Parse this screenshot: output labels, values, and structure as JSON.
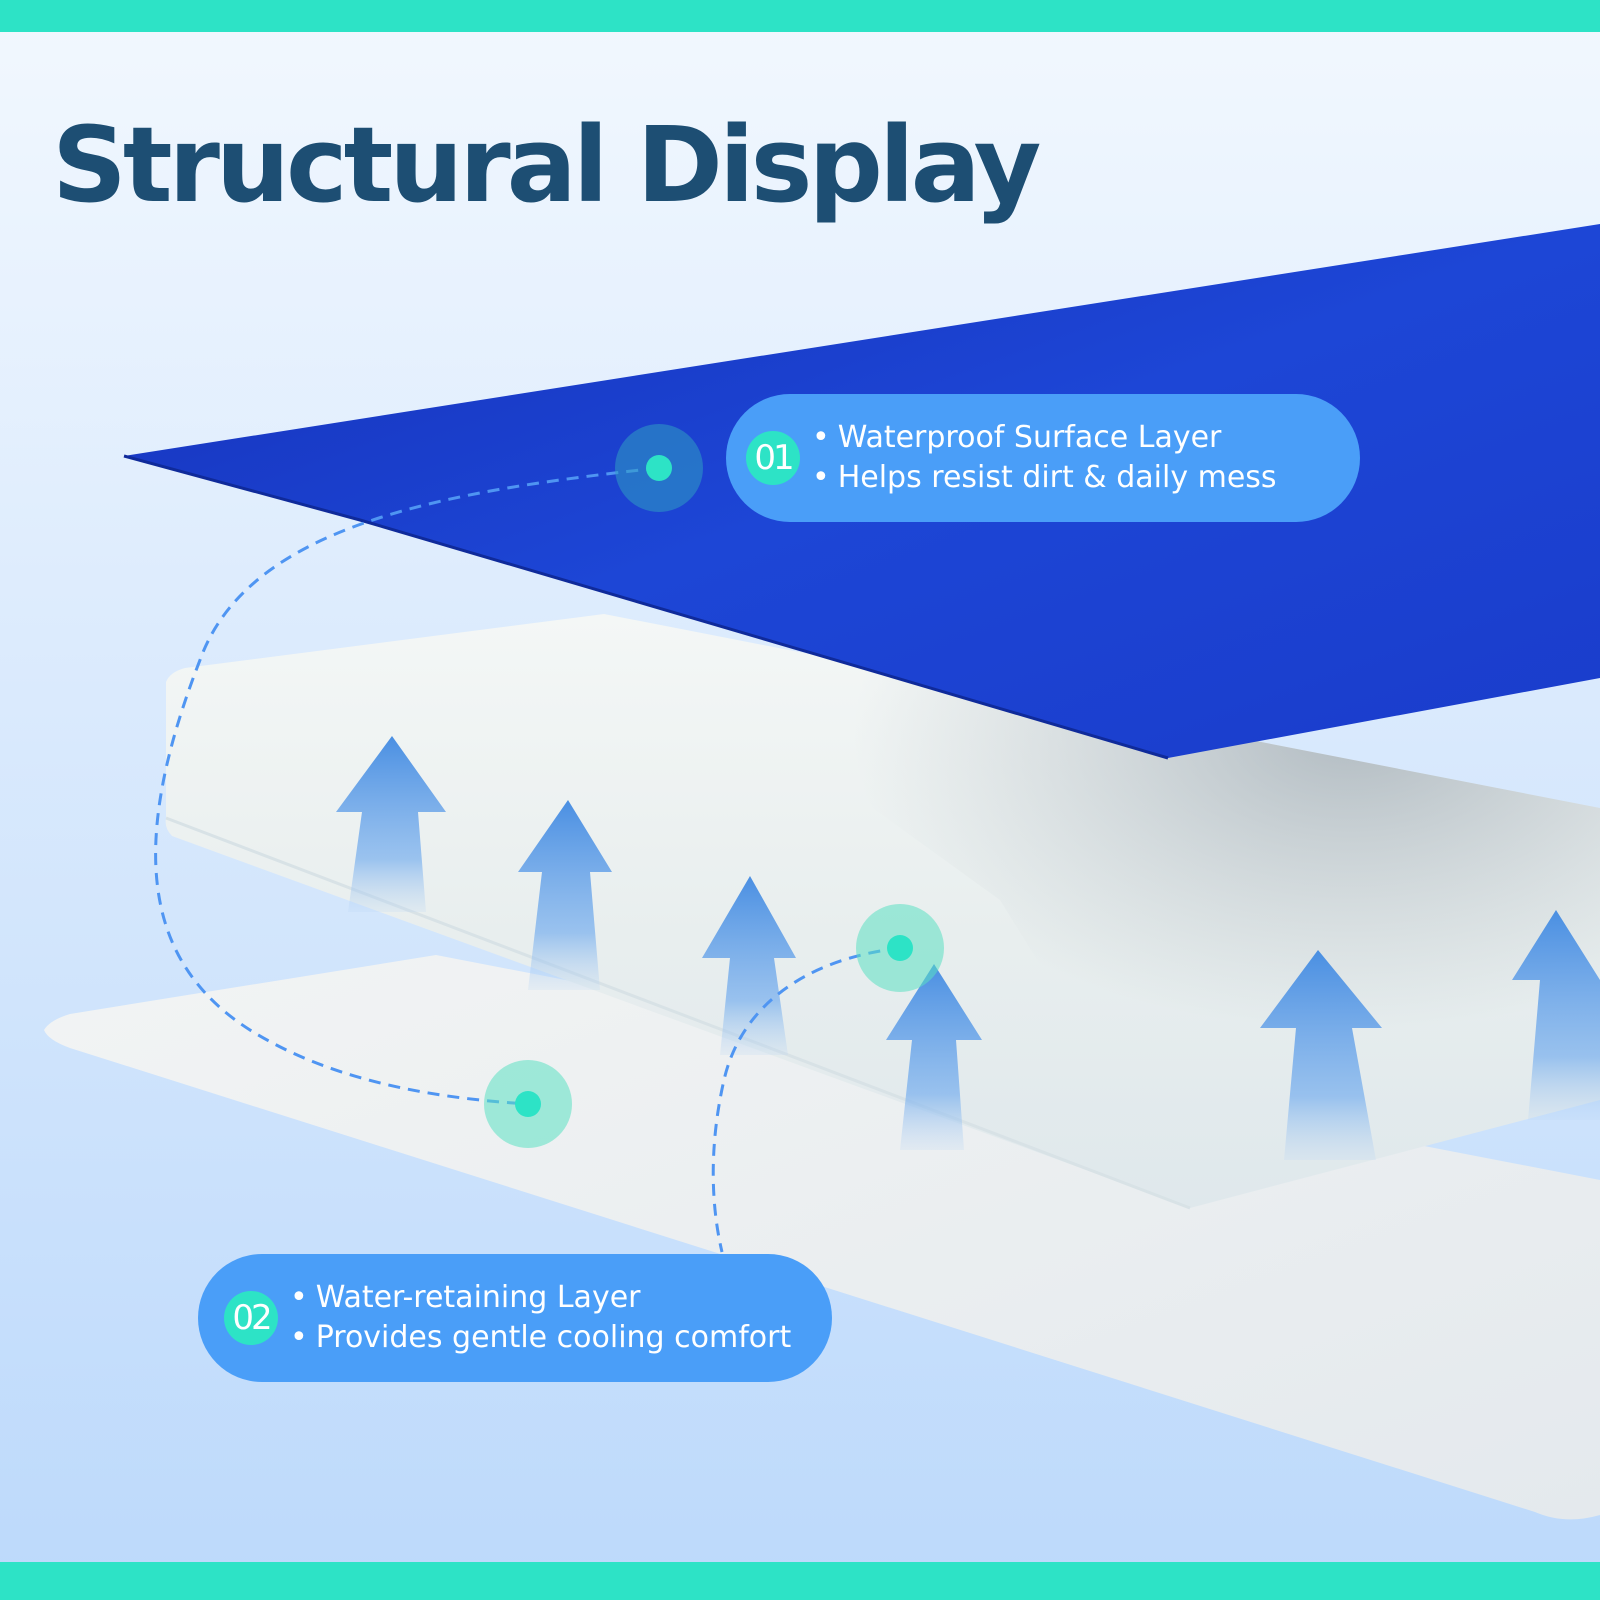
{
  "title": "Structural Display",
  "colors": {
    "accent_band": "#2de3c6",
    "title_text": "#1d4e73",
    "callout_fill": "#4a9ef8",
    "badge_fill": "#2de3c6",
    "surface_layer": "#1a3dc9",
    "core_layer": "#e9eeee",
    "bottom_layer": "#eef1f3",
    "arrow": "#4a92e4"
  },
  "callouts": [
    {
      "number": "01",
      "lines": [
        "Waterproof Surface Layer",
        "Helps resist dirt & daily mess"
      ]
    },
    {
      "number": "02",
      "lines": [
        "Water-retaining Layer",
        "Provides gentle cooling comfort"
      ]
    }
  ]
}
